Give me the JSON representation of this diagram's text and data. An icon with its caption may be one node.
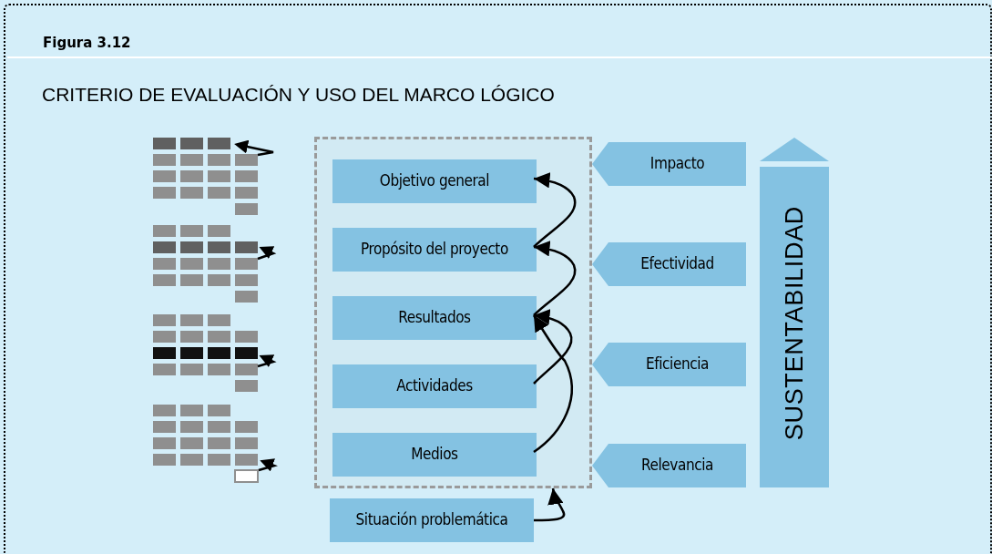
{
  "diagram": {
    "title": "CRITERIO DE EVALUACIÓN Y USO DEL MARCO LÓGICO",
    "nodes": [
      {
        "text": [],
        "shape": "box"
      },
      {
        "text": [
          "Objetivo general"
        ],
        "in": 0
      },
      {
        "text": [
          "Propósito del proyecto"
        ],
        "in": 0
      },
      {
        "text": [
          "Resultados"
        ],
        "in": 0
      },
      {
        "text": [
          "Actividades"
        ],
        "in": 0
      },
      {
        "text": [
          "Medios"
        ],
        "in": 0
      },
      {
        "text": [
          "Situación problemática"
        ]
      },
      {
        "text": [
          "Impacto"
        ]
      },
      {
        "text": [
          "Efectividad"
        ]
      },
      {
        "text": [
          "Eficiencia"
        ]
      },
      {
        "text": [
          "Relevancia"
        ]
      },
      {
        "text": [
          "SUSTENTABILIDAD"
        ]
      }
    ],
    "edges": [
      {
        "from": 2,
        "to": 1,
        "arrow": "to"
      },
      {
        "from": 3,
        "to": 2,
        "arrow": "to"
      },
      {
        "from": 4,
        "to": 3,
        "arrow": "to"
      },
      {
        "from": 5,
        "to": 3,
        "arrow": "to"
      },
      {
        "from": 6,
        "to": 0,
        "arrow": "to"
      }
    ],
    "labels": [
      "Figura 3.12"
    ]
  }
}
